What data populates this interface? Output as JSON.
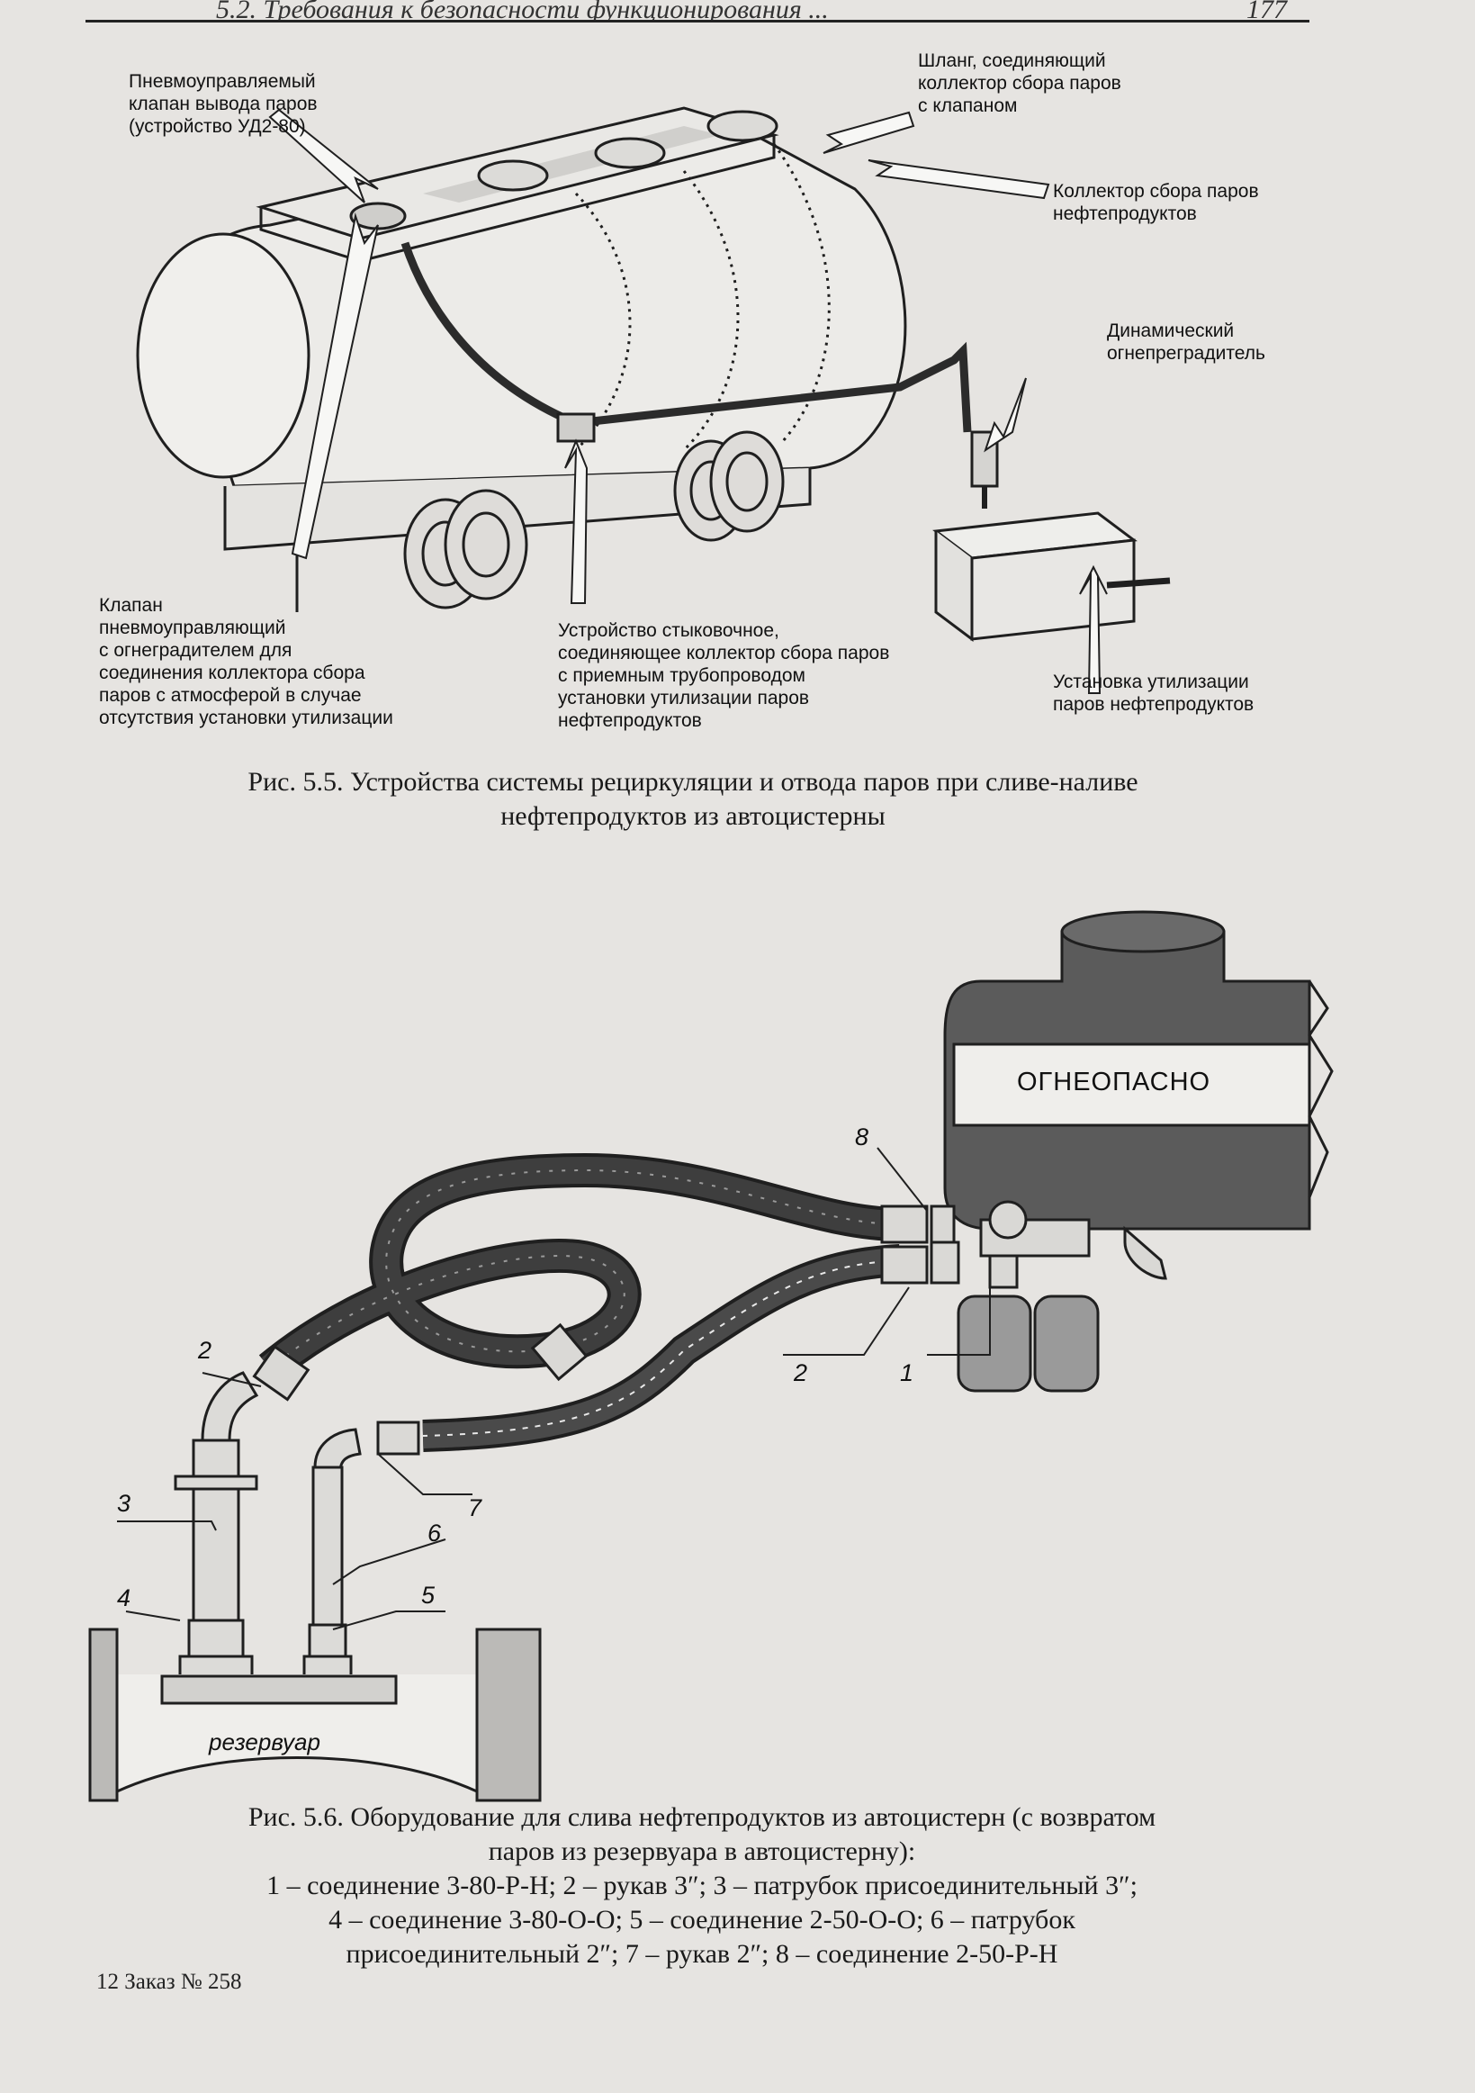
{
  "header": {
    "running_title": "5.2. Требования к безопасности функционирования ...",
    "page_number": "177"
  },
  "figure_5_5": {
    "labels": {
      "valve_ud": [
        "Пневмоуправляемый",
        "клапан вывода паров",
        "(устройство УД2-80)"
      ],
      "hose": [
        "Шланг, соединяющий",
        "коллектор сбора паров",
        "с клапаном"
      ],
      "collector": [
        "Коллектор сбора паров",
        "нефтепродуктов"
      ],
      "arrester": [
        "Динамический",
        "огнепреградитель"
      ],
      "valve_atm": [
        "Клапан",
        "пневмоуправляющий",
        "с огнеградителем для",
        "соединения коллектора сбора",
        "паров с атмосферой в случае",
        "отсутствия установки утилизации"
      ],
      "docking": [
        "Устройство стыковочное,",
        "соединяющее коллектор сбора паров",
        "с приемным трубопроводом",
        "установки утилизации паров",
        "нефтепродуктов"
      ],
      "recovery": [
        "Установка утилизации",
        "паров нефтепродуктов"
      ]
    },
    "caption": [
      "Рис. 5.5. Устройства системы рециркуляции и отвода паров при сливе-наливе",
      "нефтепродуктов из автоцистерны"
    ]
  },
  "figure_5_6": {
    "tank_text": "ОГНЕОПАСНО",
    "reservoir_text": "резервуар",
    "numbers": [
      "1",
      "2",
      "2",
      "3",
      "4",
      "5",
      "6",
      "7",
      "8"
    ],
    "caption": [
      "Рис. 5.6. Оборудование для слива нефтепродуктов из автоцистерн (с возвратом",
      "паров из резервуара в автоцистерну):",
      "1 – соединение 3-80-Р-Н; 2 – рукав 3″; 3 – патрубок присоединительный 3″;",
      "4 – соединение 3-80-О-О; 5 – соединение 2-50-О-О; 6 – патрубок",
      "присоединительный 2″; 7 – рукав 2″; 8 – соединение 2-50-Р-Н"
    ]
  },
  "footer": "12 Заказ № 258",
  "colors": {
    "paper": "#e6e4e1",
    "ink": "#1e1e1e",
    "tank_fill": "#5b5b5b",
    "hose_fill": "#3e3e3e"
  }
}
